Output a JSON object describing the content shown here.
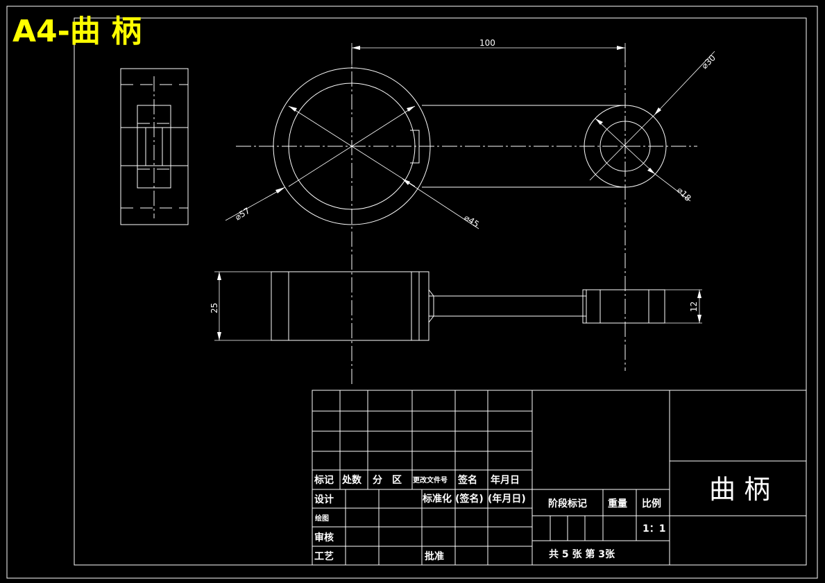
{
  "sheet": {
    "title": "A4-曲 柄",
    "accent_color": "#ffff00",
    "line_color": "#ffffff",
    "background": "#000000"
  },
  "dimensions": {
    "center_distance": "100",
    "big_outer_diameter": "⌀57",
    "big_inner_diameter": "⌀45",
    "small_outer_diameter": "⌀30",
    "small_inner_diameter": "⌀18",
    "big_thickness": "25",
    "small_thickness": "12"
  },
  "title_block": {
    "part_name": "曲 柄",
    "rev_headers": {
      "mark": "标记",
      "count": "处数",
      "zone": "分　区",
      "change_doc": "更改文件号",
      "signature": "签名",
      "date": "年月日"
    },
    "approvals": {
      "design": "设计",
      "drawing": "绘图",
      "review": "审核",
      "process": "工艺",
      "approve": "批准",
      "standardization": "标准化",
      "signature_paren": "(签名)",
      "date_paren": "(年月日)"
    },
    "stage_mark": "阶段标记",
    "weight": "重量",
    "scale_label": "比例",
    "scale_value": "1：1",
    "sheet_count": "共 5 张  第 3张"
  }
}
